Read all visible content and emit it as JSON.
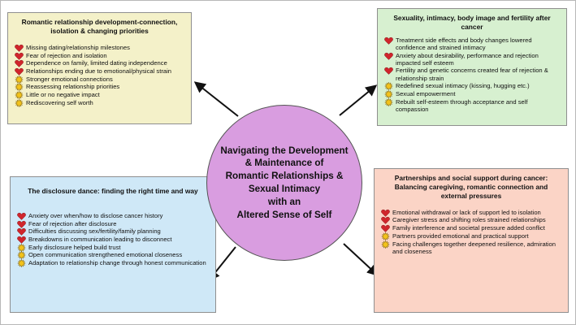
{
  "center": {
    "title": "Navigating the Development\n& Maintenance of\nRomantic Relationships &\nSexual Intimacy\nwith an\nAltered Sense of Self"
  },
  "icons": {
    "negative": "heart-icon",
    "positive": "star-burst-icon",
    "heart_color": "#d0252c",
    "star_color": "#f2c21b"
  },
  "themes": {
    "top_left": {
      "title": "Romantic relationship development-connection, isolation & changing priorities",
      "color": "#f4f1c9",
      "items": [
        {
          "type": "negative",
          "text": "Missing dating/relationship milestones"
        },
        {
          "type": "negative",
          "text": "Fear of rejection and isolation"
        },
        {
          "type": "negative",
          "text": "Dependence on family, limited dating independence"
        },
        {
          "type": "negative",
          "text": "Relationships ending due to emotional/physical strain"
        },
        {
          "type": "positive",
          "text": "Stronger emotional connections"
        },
        {
          "type": "positive",
          "text": "Reassessing relationship priorities"
        },
        {
          "type": "positive",
          "text": "Little or no negative impact"
        },
        {
          "type": "positive",
          "text": "Rediscovering self worth"
        }
      ]
    },
    "top_right": {
      "title": "Sexuality, intimacy, body image and fertility after cancer",
      "color": "#d7f0d0",
      "items": [
        {
          "type": "negative",
          "text": "Treatment side effects and body changes lowered confidence and strained intimacy"
        },
        {
          "type": "negative",
          "text": "Anxiety about desirability, performance and rejection impacted self esteem"
        },
        {
          "type": "negative",
          "text": "Fertility and genetic concerns created fear of rejection & relationship strain"
        },
        {
          "type": "positive",
          "text": "Redefined sexual intimacy (kissing, hugging etc.)"
        },
        {
          "type": "positive",
          "text": "Sexual empowerment"
        },
        {
          "type": "positive",
          "text": "Rebuilt self-esteem through acceptance and self compassion"
        }
      ]
    },
    "bottom_left": {
      "title": "The disclosure dance: finding the right time and way",
      "color": "#cfe8f7",
      "items": [
        {
          "type": "negative",
          "text": "Anxiety over when/how to disclose cancer history"
        },
        {
          "type": "negative",
          "text": "Fear of rejection after disclosure"
        },
        {
          "type": "negative",
          "text": "Difficulties discussing sex/fertility/family planning"
        },
        {
          "type": "negative",
          "text": "Breakdowns in communication  leading to disconnect"
        },
        {
          "type": "positive",
          "text": "Early disclosure helped build trust"
        },
        {
          "type": "positive",
          "text": "Open communication strengthened emotional closeness"
        },
        {
          "type": "positive",
          "text": "Adaptation to relationship change through honest communication"
        }
      ]
    },
    "bottom_right": {
      "title": "Partnerships and social support during cancer: Balancing caregiving, romantic connection and external pressures",
      "color": "#fbd4c6",
      "items": [
        {
          "type": "negative",
          "text": "Emotional withdrawal or lack of support led to isolation"
        },
        {
          "type": "negative",
          "text": "Caregiver stress and shifting roles strained relationships"
        },
        {
          "type": "negative",
          "text": "Family interference and societal pressure added conflict"
        },
        {
          "type": "positive",
          "text": "Partners provided emotional and practical support"
        },
        {
          "type": "positive",
          "text": "Facing challenges together deepened resilience, admiration and closeness"
        }
      ]
    }
  }
}
